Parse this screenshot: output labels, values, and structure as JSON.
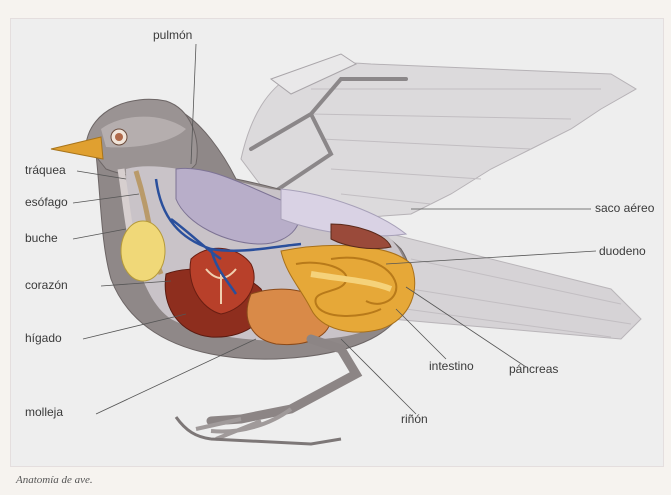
{
  "labels": {
    "pulmon": "pulmón",
    "traquea": "tráquea",
    "esofago": "esófago",
    "buche": "buche",
    "corazon": "corazón",
    "higado": "hígado",
    "molleja": "molleja",
    "saco_aereo": "saco aéreo",
    "duodeno": "duodeno",
    "intestino": "intestino",
    "pancreas": "páncreas",
    "rinon": "riñón"
  },
  "caption": "Anatomía de ave.",
  "colors": {
    "background": "#eeeeee",
    "body": "#8c8585",
    "wing": "#d8d6d8",
    "crop": "#f0d878",
    "heart": "#a8331e",
    "intestine": "#e6a838",
    "vessels": "#2a4f9c",
    "beak": "#e0a030"
  }
}
